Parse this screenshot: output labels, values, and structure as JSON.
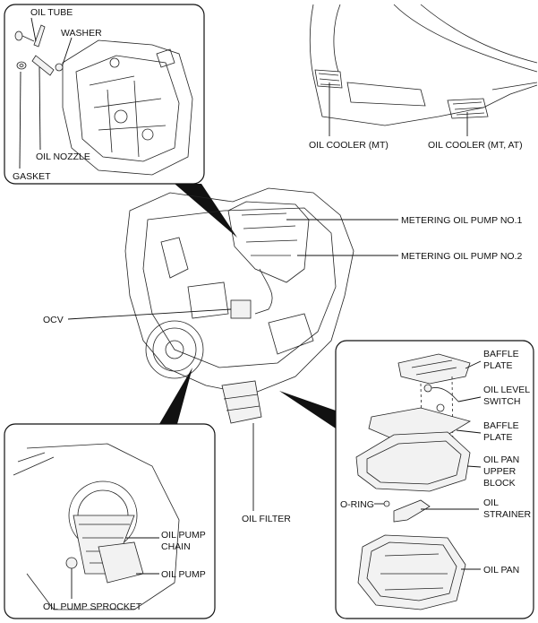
{
  "labels": {
    "oil_tube": "OIL TUBE",
    "washer": "WASHER",
    "oil_nozzle": "OIL NOZZLE",
    "gasket": "GASKET",
    "oil_cooler_mt": "OIL COOLER (MT)",
    "oil_cooler_mt_at": "OIL COOLER (MT, AT)",
    "metering_oil_pump_1": "METERING OIL PUMP NO.1",
    "metering_oil_pump_2": "METERING OIL PUMP NO.2",
    "ocv": "OCV",
    "baffle_plate_upper_1": "BAFFLE",
    "baffle_plate_upper_2": "PLATE",
    "oil_level_switch_1": "OIL LEVEL",
    "oil_level_switch_2": "SWITCH",
    "baffle_plate_lower_1": "BAFFLE",
    "baffle_plate_lower_2": "PLATE",
    "oil_pan_upper_block_1": "OIL PAN",
    "oil_pan_upper_block_2": "UPPER",
    "oil_pan_upper_block_3": "BLOCK",
    "o_ring": "O-RING",
    "oil_strainer_1": "OIL",
    "oil_strainer_2": "STRAINER",
    "oil_pan": "OIL PAN",
    "oil_filter": "OIL FILTER",
    "oil_pump_chain_1": "OIL PUMP",
    "oil_pump_chain_2": "CHAIN",
    "oil_pump": "OIL PUMP",
    "oil_pump_sprocket": "OIL PUMP SPROCKET"
  }
}
